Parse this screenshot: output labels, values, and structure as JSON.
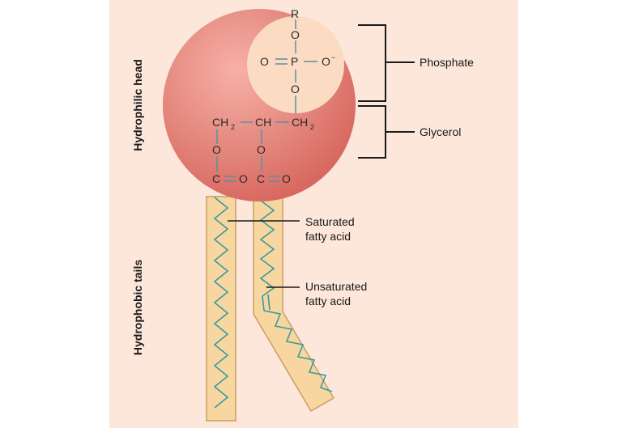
{
  "labels": {
    "hydrophilic_head": "Hydrophilic head",
    "hydrophobic_tails": "Hydrophobic tails",
    "phosphate": "Phosphate",
    "glycerol": "Glycerol",
    "saturated_line1": "Saturated",
    "saturated_line2": "fatty acid",
    "unsaturated_line1": "Unsaturated",
    "unsaturated_line2": "fatty acid"
  },
  "chem": {
    "r": "R",
    "o": "O",
    "p": "P",
    "o_minus": "O",
    "minus": "−",
    "ch": "CH",
    "sub2": "2",
    "c": "C"
  },
  "colors": {
    "background": "#fde6da",
    "head_fill": "#e07a72",
    "head_highlight": "#f7b0a6",
    "phosphate_circle": "#fbdcc2",
    "tail_fill": "#f8d6a0",
    "tail_stroke": "#c7a064",
    "chain": "#3a9aa0",
    "bond": "#5a8fa3",
    "label_line": "#1a1a1a"
  }
}
